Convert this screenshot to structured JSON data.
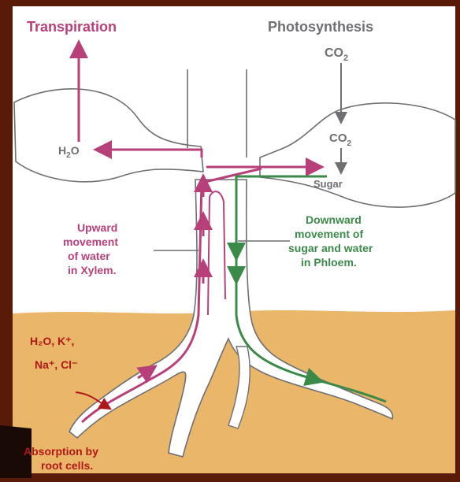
{
  "labels": {
    "transpiration": "Transpiration",
    "photosynthesis": "Photosynthesis",
    "co2_top": "CO",
    "co2_top_sub": "2",
    "co2_leaf": "CO",
    "co2_leaf_sub": "2",
    "h2o_h": "H",
    "h2o_sub": "2",
    "h2o_o": "O",
    "sugar": "Sugar",
    "upward": [
      "Upward",
      "movement",
      "of water",
      "in Xylem."
    ],
    "downward": [
      "Downward",
      "movement of",
      "sugar and water",
      "in Phloem."
    ],
    "ions_line1": "H₂O, K⁺,",
    "ions_line2": "Na⁺, Cl⁻",
    "absorption": [
      "Absorption by",
      "root cells."
    ]
  },
  "colors": {
    "background": "#5a1a08",
    "sky": "#ffffff",
    "soil": "#e9b66a",
    "xylem": "#b8407a",
    "phloem": "#3c8a4a",
    "outline": "#6f6f73",
    "absorption": "#b01818"
  }
}
